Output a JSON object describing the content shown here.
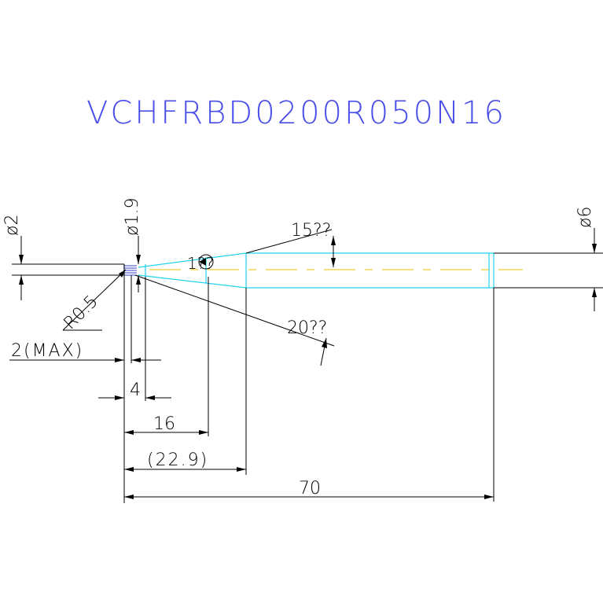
{
  "title": "VCHFRBD0200R050N16",
  "colors": {
    "background": "#ffffff",
    "title": "#4a4ee8",
    "outline": "#000000",
    "tool_body": "#22d3ee",
    "centerline": "#e8c200",
    "tip_hatch": "#3344cc"
  },
  "dimensions": {
    "d2": "ø2",
    "d1_9": "ø1.9",
    "d6": "ø6",
    "radius": "R0.5",
    "angle_15": "15??",
    "angle_1": "1??",
    "angle_20": "20??",
    "max_length": "2(MAX)",
    "len_4": "4",
    "len_16": "16",
    "len_22_9": "(22.9)",
    "len_70": "70"
  }
}
